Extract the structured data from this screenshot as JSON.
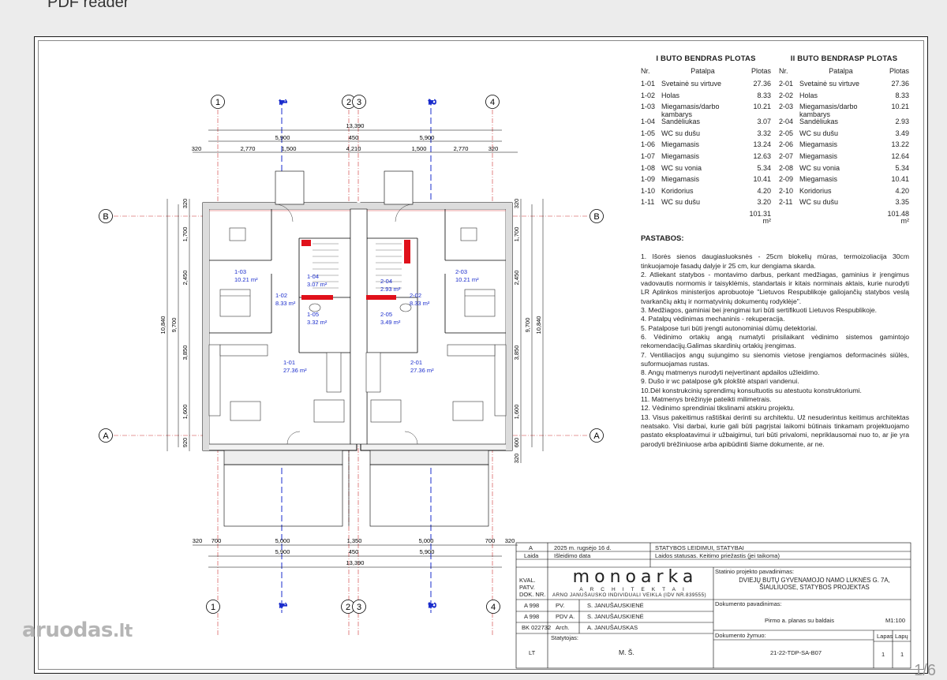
{
  "app": {
    "title": "PDF reader",
    "page_counter": "1/6"
  },
  "watermark": {
    "brand": "aruodas",
    "domain": ".lt"
  },
  "areas": {
    "unit1": {
      "title": "I BUTO BENDRAS PLOTAS",
      "col_nr": "Nr.",
      "col_room": "Patalpa",
      "col_area": "Plotas",
      "rows": [
        {
          "nr": "1-01",
          "room": "Svetainė su virtuve",
          "area": "27.36"
        },
        {
          "nr": "1-02",
          "room": "Holas",
          "area": "8.33"
        },
        {
          "nr": "1-03",
          "room": "Miegamasis/darbo kambarys",
          "area": "10.21"
        },
        {
          "nr": "1-04",
          "room": "Sandėliukas",
          "area": "3.07"
        },
        {
          "nr": "1-05",
          "room": "WC su dušu",
          "area": "3.32"
        },
        {
          "nr": "1-06",
          "room": "Miegamasis",
          "area": "13.24"
        },
        {
          "nr": "1-07",
          "room": "Miegamasis",
          "area": "12.63"
        },
        {
          "nr": "1-08",
          "room": "WC su vonia",
          "area": "5.34"
        },
        {
          "nr": "1-09",
          "room": "Miegamasis",
          "area": "10.41"
        },
        {
          "nr": "1-10",
          "room": "Koridorius",
          "area": "4.20"
        },
        {
          "nr": "1-11",
          "room": "WC su dušu",
          "area": "3.20"
        }
      ],
      "total": "101.31",
      "unit": "m²"
    },
    "unit2": {
      "title": "II BUTO BENDRASP PLOTAS",
      "col_nr": "Nr.",
      "col_room": "Patalpa",
      "col_area": "Plotas",
      "rows": [
        {
          "nr": "2-01",
          "room": "Svetainė su virtuve",
          "area": "27.36"
        },
        {
          "nr": "2-02",
          "room": "Holas",
          "area": "8.33"
        },
        {
          "nr": "2-03",
          "room": "Miegamasis/darbo kambarys",
          "area": "10.21"
        },
        {
          "nr": "2-04",
          "room": "Sandėliukas",
          "area": "2.93"
        },
        {
          "nr": "2-05",
          "room": "WC su dušu",
          "area": "3.49"
        },
        {
          "nr": "2-06",
          "room": "Miegamasis",
          "area": "13.22"
        },
        {
          "nr": "2-07",
          "room": "Miegamasis",
          "area": "12.64"
        },
        {
          "nr": "2-08",
          "room": "WC su vonia",
          "area": "5.34"
        },
        {
          "nr": "2-09",
          "room": "Miegamasis",
          "area": "10.41"
        },
        {
          "nr": "2-10",
          "room": "Koridorius",
          "area": "4.20"
        },
        {
          "nr": "2-11",
          "room": "WC su dušu",
          "area": "3.35"
        }
      ],
      "total": "101.48",
      "unit": "m²"
    }
  },
  "notes": {
    "heading": "PASTABOS:",
    "items": [
      "1. Išorės sienos daugiasluoksnės - 25cm blokelių mūras, termoizoliacija 30cm tinkuojamoje fasadų dalyje ir 25 cm, kur dengiama skarda.",
      "2. Atliekant statybos - montavimo darbus, perkant medžiagas, gaminius ir įrengimus vadovautis normomis ir taisyklėmis, standartais ir kitais norminais aktais, kurie nurodyti LR Aplinkos ministerijos aprobuotoje \"Lietuvos Respublikoje galiojančių statybos veslą tvarkančių aktų ir normatyvinių dokumentų rodyklėje\".",
      "3. Medžiagos, gaminiai bei įrengimai turi būti sertifikuoti Lietuvos Respublikoje.",
      "4. Patalpų vėdinimas mechaninis - rekuperacija.",
      "5. Patalpose turi būti įrengti autonominiai dūmų detektoriai.",
      "6. Vėdinimo ortakių angą numatyti prisilaikant vėdinimo sistemos gamintojo rekomendacijų.Galimas skardinių ortakių įrengimas.",
      "7. Ventiliacijos angų sujungimo su sienomis vietose įrengiamos deformacinės siūlės, suformuojamas rustas.",
      "8. Angų matmenys nurodyti neįvertinant apdailos užleidimo.",
      "9. Dušo ir wc patalpose g/k plokštė atspari vandenui.",
      "10.Dėl konstrukcinių sprendimų konsultuotis su atestuotu konstruktoriumi.",
      "11. Matmenys brėžinyje pateikti milimetrais.",
      "12. Vėdinimo sprendiniai tikslinami atskiru projektu.",
      "13. Visus pakeitimus raštiškai derinti su architektu. Už nesuderintus keitimus architektas neatsako. Visi darbai, kurie gali būti pagrįstai laikomi būtinais tinkamam projektuojamo pastato eksploatavimui ir užbaigimui, turi būti privalomi, nepriklausomai nuo to, ar jie yra parodyti brėžiniuose arba apibūdinti šiame dokumente, ar ne."
    ]
  },
  "plan": {
    "axes_top": [
      "1",
      "2",
      "3",
      "4"
    ],
    "section": [
      "1",
      "2"
    ],
    "axes_side": [
      "A",
      "B"
    ],
    "dims_top_total": "13,390",
    "dims_top_row2": [
      "5,900",
      "450",
      "5,900"
    ],
    "dims_top_row3": [
      "320",
      "2,770",
      "1,500",
      "4,210",
      "1,500",
      "2,770",
      "320"
    ],
    "dims_bottom_row1": [
      "320",
      "700",
      "5,000",
      "1,350",
      "5,000",
      "700",
      "320"
    ],
    "dims_bottom_row2": [
      "5,900",
      "450",
      "5,900"
    ],
    "dims_bottom_total": "13,390",
    "dims_left_outer": "10,840",
    "dims_left_inner": "9,700",
    "dims_left_parts": [
      "320",
      "1,700",
      "2,450",
      "3,850",
      "1,600",
      "920"
    ],
    "dims_right_outer": "10,840",
    "dims_right_inner": "9,700",
    "dims_right_parts": [
      "320",
      "1,700",
      "2,450",
      "3,850",
      "1,600",
      "600",
      "320"
    ],
    "rooms": [
      {
        "id": "1-03",
        "area": "10.21 m²"
      },
      {
        "id": "1-02",
        "area": "8.33 m²"
      },
      {
        "id": "1-04",
        "area": "3.07 m²"
      },
      {
        "id": "1-05",
        "area": "3.32 m²"
      },
      {
        "id": "1-01",
        "area": "27.36 m²"
      },
      {
        "id": "2-03",
        "area": "10.21 m²"
      },
      {
        "id": "2-02",
        "area": "8.33 m²"
      },
      {
        "id": "2-04",
        "area": "2.93 m²"
      },
      {
        "id": "2-05",
        "area": "3.49 m²"
      },
      {
        "id": "2-01",
        "area": "27.36 m²"
      }
    ]
  },
  "title_block": {
    "rev_letter": "A",
    "rev_date": "2025 m. rugsėjo 16 d.",
    "rev_status": "STATYBOS LEIDIMUI, STATYBAI",
    "lbl_laida": "Laida",
    "lbl_isleidimo": "Išleidimo data",
    "lbl_status": "Laidos statusas. Keitimo priežastis (jei taikoma)",
    "lbl_kval": "KVAL. PATV. DOK. NR.",
    "logo_name": "monoarka",
    "logo_sub": "ARCHITEKTAI",
    "firm": "ARNO JANUŠAUSKO INDIVIDUALI VEIKLA (IDV NR.839555)",
    "staff": [
      {
        "doc": "A 998",
        "role": "PV.",
        "name": "S. JANUŠAUSKIENĖ"
      },
      {
        "doc": "A 998",
        "role": "PDV A.",
        "name": "S. JANUŠAUSKIENĖ"
      },
      {
        "doc": "BK 022732",
        "role": "Arch.",
        "name": "A. JANUŠAUSKAS"
      }
    ],
    "lbl_statytojas": "Statytojas:",
    "statytojas": "M. Š.",
    "country": "LT",
    "lbl_project": "Statinio projekto pavadinimas:",
    "project": "DVIEJŲ BUTŲ GYVENAMOJO NAMO LUKNĖS G. 7A, ŠIAULIUOSE, STATYBOS PROJEKTAS",
    "lbl_doc_name": "Dokumento pavadinimas:",
    "doc_name": "Pirmo a. planas su baldais",
    "scale": "M1:100",
    "lbl_doc_code": "Dokumento žymuo:",
    "doc_code": "21-22-TDP-SA-B07",
    "lbl_lapas": "Lapas",
    "lapas": "1",
    "lbl_lapu": "Lapų",
    "lapu": "1"
  }
}
